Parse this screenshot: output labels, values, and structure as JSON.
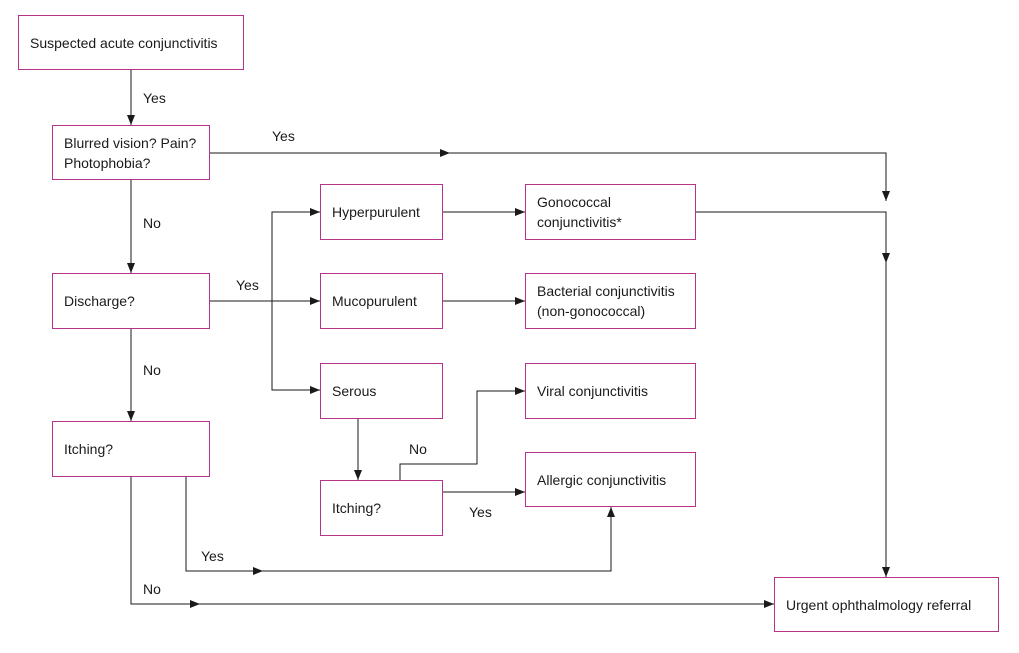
{
  "accent_color": "#b5338a",
  "nodes": {
    "suspected": "Suspected acute conjunctivitis",
    "blurred": "Blurred vision? Pain?\nPhotophobia?",
    "discharge": "Discharge?",
    "itching_left": "Itching?",
    "hyperpurulent": "Hyperpurulent",
    "mucopurulent": "Mucopurulent",
    "serous": "Serous",
    "itching_mid": "Itching?",
    "gonococcal": "Gonococcal\nconjunctivitis*",
    "bacterial": "Bacterial conjunctivitis\n(non-gonococcal)",
    "viral": "Viral conjunctivitis",
    "allergic": "Allergic conjunctivitis",
    "urgent": "Urgent ophthalmology referral"
  },
  "edge_labels": {
    "suspected_yes": "Yes",
    "blurred_yes": "Yes",
    "blurred_no": "No",
    "discharge_yes": "Yes",
    "discharge_no": "No",
    "itching_mid_no": "No",
    "itching_mid_yes": "Yes",
    "itching_left_yes": "Yes",
    "itching_left_no": "No"
  }
}
